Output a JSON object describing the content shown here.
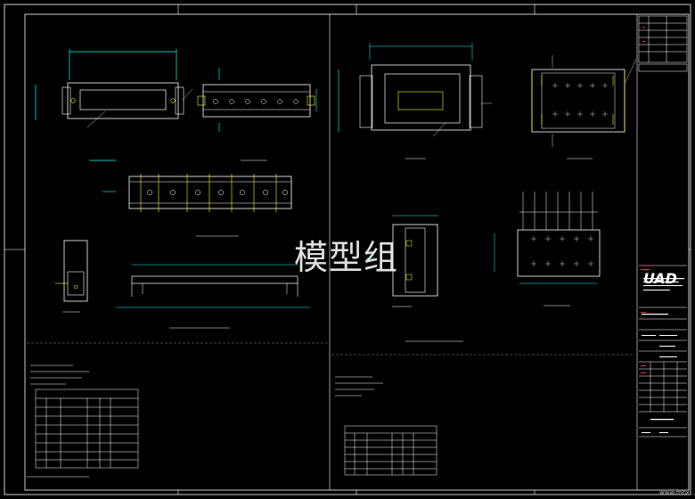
{
  "watermark": "模型组",
  "logo_text": "UAD",
  "footer_site": "www.mox..."
}
